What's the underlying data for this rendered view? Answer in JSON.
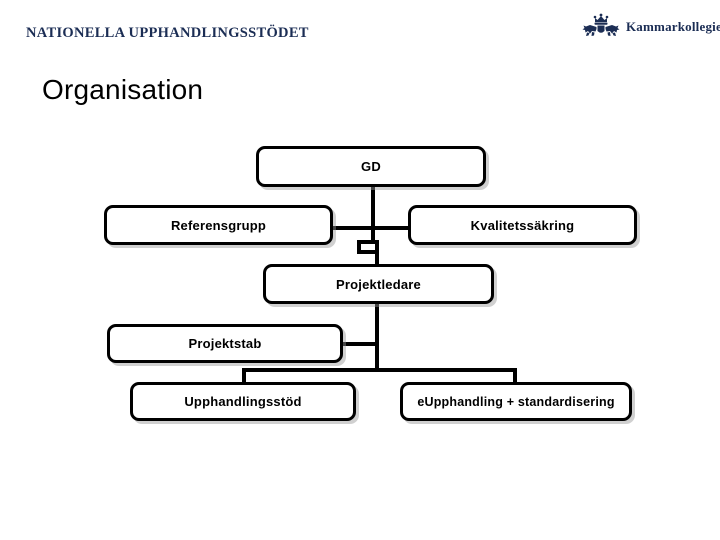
{
  "header": {
    "org_title": "NATIONELLA UPPHANDLINGSSTÖDET",
    "logo_name": "Kammarkollegiet",
    "logo_icon": "crown-emblem-icon",
    "brand_color": "#1b2d54"
  },
  "slide": {
    "title": "Organisation",
    "title_color": "#000000",
    "background": "#ffffff"
  },
  "chart_data": {
    "type": "diagram",
    "subtype": "org-chart",
    "title": "Organisation",
    "node_border_color": "#000000",
    "node_fill_color": "#ffffff",
    "connector_color": "#000000",
    "nodes": [
      {
        "id": "gd",
        "label": "GD",
        "level": 0
      },
      {
        "id": "referensgrupp",
        "label": "Referensgrupp",
        "level": 1
      },
      {
        "id": "kvalitet",
        "label": "Kvalitetssäkring",
        "level": 1
      },
      {
        "id": "projektledare",
        "label": "Projektledare",
        "level": 2
      },
      {
        "id": "projektstab",
        "label": "Projektstab",
        "level": 3
      },
      {
        "id": "upphandling",
        "label": "Upphandlingsstöd",
        "level": 4
      },
      {
        "id": "eupphandling",
        "label": "eUpphandling + standardisering",
        "level": 4
      }
    ],
    "edges": [
      {
        "from": "gd",
        "to": "referensgrupp"
      },
      {
        "from": "gd",
        "to": "kvalitet"
      },
      {
        "from": "gd",
        "to": "projektledare"
      },
      {
        "from": "projektledare",
        "to": "projektstab"
      },
      {
        "from": "projektledare",
        "to": "upphandling"
      },
      {
        "from": "projektledare",
        "to": "eupphandling"
      }
    ]
  }
}
